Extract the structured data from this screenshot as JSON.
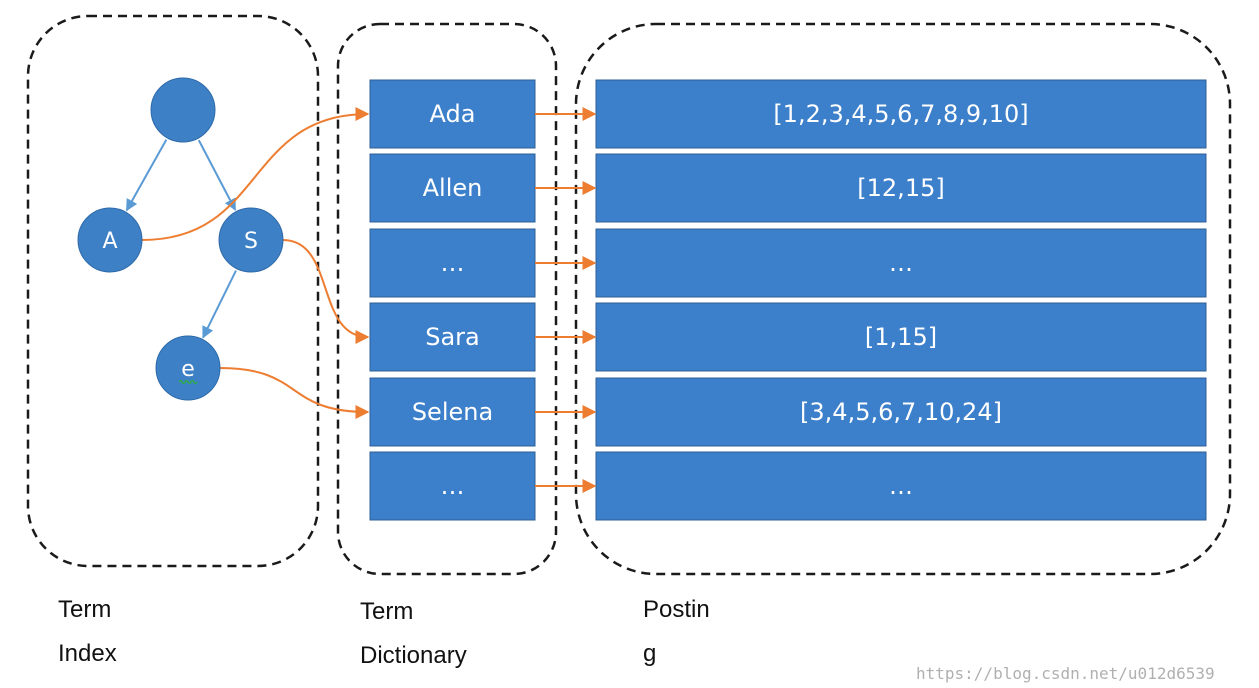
{
  "colors": {
    "box_fill": "#3c7fca",
    "box_stroke": "#2e5f96",
    "node_fill": "#3d80c6",
    "tree_edge": "#5b9bd5",
    "link_arrow": "#ed7d31",
    "dashed_border": "#1a1a1a"
  },
  "tree": {
    "nodes": [
      {
        "id": "root",
        "label": ""
      },
      {
        "id": "A",
        "label": "A"
      },
      {
        "id": "S",
        "label": "S"
      },
      {
        "id": "e",
        "label": "e"
      }
    ],
    "edges": [
      {
        "from": "root",
        "to": "A"
      },
      {
        "from": "root",
        "to": "S"
      },
      {
        "from": "S",
        "to": "e"
      }
    ]
  },
  "dictionary": {
    "terms": [
      "Ada",
      "Allen",
      "…",
      "Sara",
      "Selena",
      "…"
    ]
  },
  "postings": {
    "lists": [
      "[1,2,3,4,5,6,7,8,9,10]",
      "[12,15]",
      "…",
      "[1,15]",
      "[3,4,5,6,7,10,24]",
      "…"
    ]
  },
  "links": [
    {
      "from_node": "A",
      "to_term": 0
    },
    {
      "from_node": "S",
      "to_term": 3
    },
    {
      "from_node": "e",
      "to_term": 4
    }
  ],
  "captions": {
    "term_index": [
      "Term",
      "Index"
    ],
    "term_dictionary": [
      "Term",
      "Dictionary"
    ],
    "posting": [
      "Postin",
      "g"
    ]
  },
  "watermark": "https://blog.csdn.net/u012d6539"
}
